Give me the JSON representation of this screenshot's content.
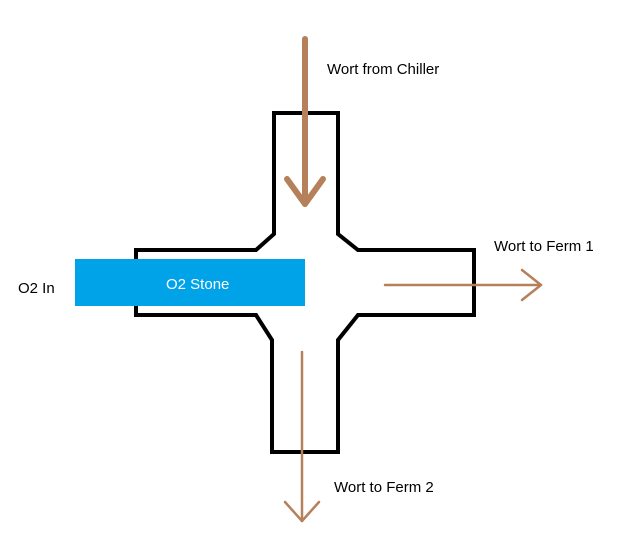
{
  "diagram": {
    "labels": {
      "wort_from_chiller": "Wort from Chiller",
      "wort_to_ferm_1": "Wort to Ferm 1",
      "wort_to_ferm_2": "Wort to Ferm 2",
      "o2_in": "O2 In",
      "o2_stone": "O2 Stone"
    },
    "colors": {
      "outline": "#000000",
      "flow_arrow": "#b5805a",
      "stone_fill": "#00a2e8",
      "background": "#ffffff"
    }
  }
}
